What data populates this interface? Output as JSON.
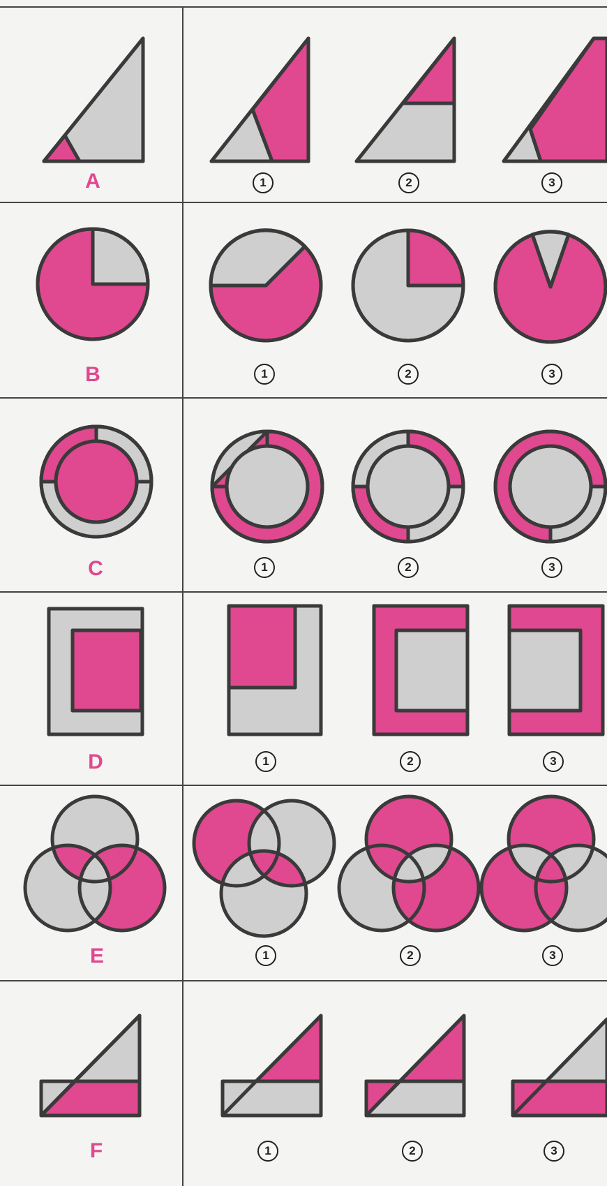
{
  "colors": {
    "fill": "#e0488f",
    "empty": "#cfcfcf",
    "stroke": "#3a3a3a",
    "grid": "#444444",
    "label": "#e0488f"
  },
  "rows": [
    {
      "label": "A",
      "options": [
        "1",
        "2",
        "3"
      ]
    },
    {
      "label": "B",
      "options": [
        "1",
        "2",
        "3"
      ]
    },
    {
      "label": "C",
      "options": [
        "1",
        "2",
        "3"
      ]
    },
    {
      "label": "D",
      "options": [
        "1",
        "2",
        "3"
      ]
    },
    {
      "label": "E",
      "options": [
        "1",
        "2",
        "3"
      ]
    },
    {
      "label": "F",
      "options": [
        "1",
        "2",
        "3"
      ]
    }
  ]
}
